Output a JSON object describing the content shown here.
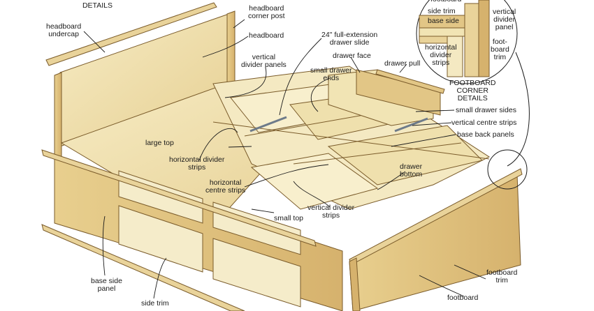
{
  "colors": {
    "wood_light": "#f3e6b8",
    "wood_mid": "#e9d39a",
    "wood_dark": "#d8b877",
    "edge": "#7a5b2a",
    "line": "#1a1a1a"
  },
  "labels": {
    "headboard_corner_details": "HEADBOARD CORNER\nDETAILS",
    "headboard_corner_post": "headboard\ncorner post",
    "headboard": "headboard",
    "headboard_undercap": "headboard\nundercap",
    "vertical_divider_panels": "vertical\ndivider panels",
    "drawer_slide": "24\" full-extension\ndrawer slide",
    "drawer_face": "drawer face",
    "small_drawer_ends": "small drawer\nends",
    "drawer_pull": "drawer pull",
    "footboard": "footboard",
    "side_trim_detail": "side trim",
    "base_side_detail": "base side",
    "vertical_divider_panel": "vertical\ndivider\npanel",
    "horizontal_divider_strips_detail": "horizontal\ndivider\nstrips",
    "footboard_trim_detail": "foot-\nboard\ntrim",
    "footboard_corner_details": "FOOTBOARD\nCORNER\nDETAILS",
    "small_drawer_sides": "small drawer sides",
    "vertical_centre_strips": "vertical centre strips",
    "base_back_panels": "base back panels",
    "large_top": "large top",
    "horizontal_divider_strips": "horizontal divider\nstrips",
    "horizontal_centre_strips": "horizontal\ncentre strips",
    "drawer_bottom": "drawer\nbottom",
    "vertical_divider_strips": "vertical divider\nstrips",
    "small_top": "small top",
    "base_side_panel": "base side\npanel",
    "side_trim": "side trim",
    "footboard_main": "footboard",
    "footboard_trim": "footboard\ntrim"
  }
}
